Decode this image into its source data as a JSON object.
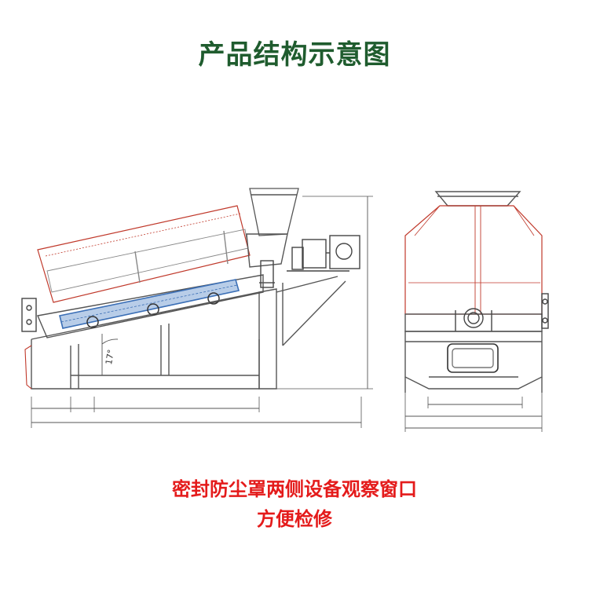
{
  "title": "产品结构示意图",
  "angle_label": "17°",
  "caption": {
    "line1": "密封防尘罩两侧设备观察窗口",
    "line2": "方便检修"
  },
  "colors": {
    "title": "#1f5c2e",
    "caption": "#e41b1b",
    "line": "#555555",
    "accent_red": "#c0392b",
    "screen_blue": "#3b6fb6"
  },
  "drawings": [
    {
      "name": "side-view"
    },
    {
      "name": "end-view"
    }
  ]
}
